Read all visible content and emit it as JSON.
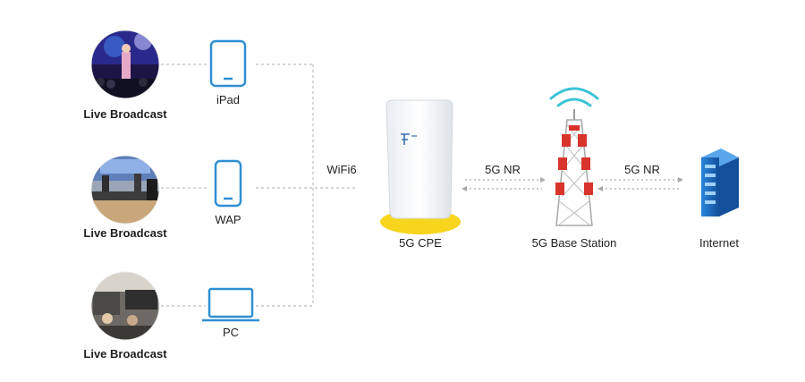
{
  "sources": [
    {
      "label": "Live Broadcast",
      "device_label": "iPad",
      "device_icon": "tablet-icon"
    },
    {
      "label": "Live Broadcast",
      "device_label": "WAP",
      "device_icon": "phone-icon"
    },
    {
      "label": "Live Broadcast",
      "device_label": "PC",
      "device_icon": "laptop-icon"
    }
  ],
  "links": {
    "wifi_label": "WiFi6",
    "nr_label_1": "5G NR",
    "nr_label_2": "5G NR"
  },
  "nodes": {
    "cpe_label": "5G CPE",
    "base_station_label": "5G Base Station",
    "internet_label": "Internet"
  },
  "colors": {
    "icon_blue": "#2f8fd3",
    "tower_red": "#d9342b",
    "signal_cyan": "#3cc3d6",
    "halo_yellow": "#f7d51c",
    "server_blue": "#1e6fc2"
  }
}
